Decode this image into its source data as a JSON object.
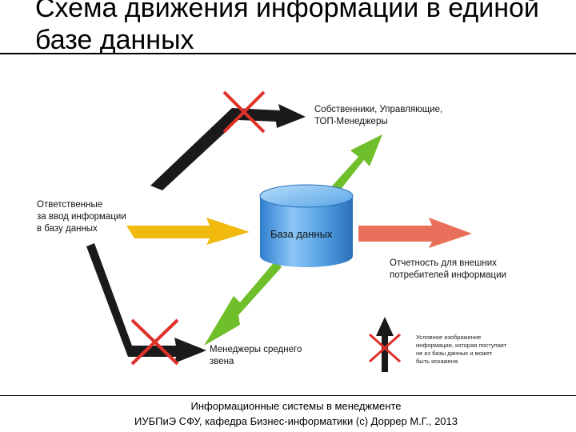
{
  "title": "Схема движения информации в единой базе данных",
  "nodes": {
    "owners": [
      "Собственники, Управляющие,",
      "ТОП-Менеджеры"
    ],
    "input": [
      "Ответственные",
      "за ввод информации",
      "в базу данных"
    ],
    "database": "База данных",
    "reporting": [
      "Отчетность для внешних",
      "потребителей информации"
    ],
    "middle": [
      "Менеджеры среднего",
      "звена"
    ]
  },
  "legend": [
    "Условное изображение",
    "информации, которая поступает",
    "не из базы данных и может",
    "быть искажена"
  ],
  "footer": {
    "line1": "Информационные системы в менеджменте",
    "line2": "ИУБПиЭ СФУ, кафедра Бизнес-информатики (с) Доррер М.Г., 2013"
  },
  "colors": {
    "arrow_black": "#1a1a1a",
    "arrow_green": "#6fbf2a",
    "arrow_yellow": "#f2b90f",
    "arrow_red": "#e8705a",
    "cross_red": "#e0302a",
    "cylinder": "#4f9de0"
  }
}
